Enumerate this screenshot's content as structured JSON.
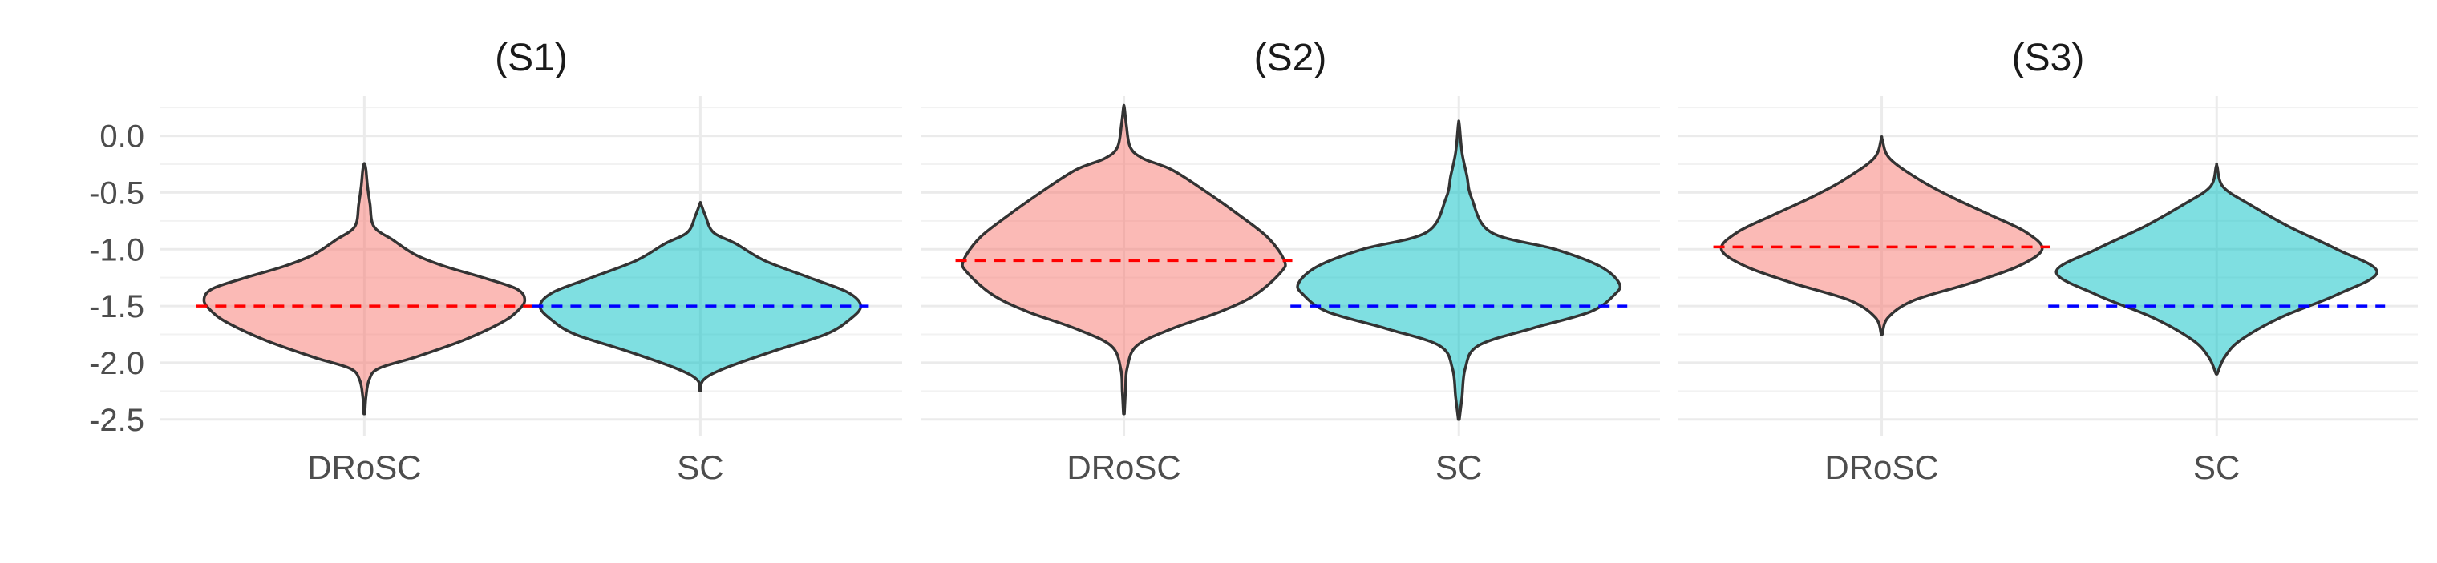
{
  "chart_data": {
    "type": "violin",
    "y_ticks": [
      "0.0",
      "-0.5",
      "-1.0",
      "-1.5",
      "-2.0",
      "-2.5"
    ],
    "y_tick_values": [
      0.0,
      -0.5,
      -1.0,
      -1.5,
      -2.0,
      -2.5
    ],
    "ylim": [
      -2.65,
      0.35
    ],
    "grid": true,
    "categories": [
      "DRoSC",
      "SC"
    ],
    "colors": {
      "DRoSC": "#F8766D",
      "SC": "#00BFC4",
      "DRoSC_line": "#FF0000",
      "SC_line": "#0000FF"
    },
    "panels": [
      {
        "title": "(S1)",
        "violins": [
          {
            "category": "DRoSC",
            "min": -2.45,
            "max": -0.25,
            "density": [
              [
                -2.45,
                0.003
              ],
              [
                -2.3,
                0.01
              ],
              [
                -2.15,
                0.03
              ],
              [
                -2.05,
                0.09
              ],
              [
                -1.95,
                0.32
              ],
              [
                -1.8,
                0.62
              ],
              [
                -1.65,
                0.85
              ],
              [
                -1.55,
                0.95
              ],
              [
                -1.45,
                1.0
              ],
              [
                -1.35,
                0.95
              ],
              [
                -1.25,
                0.74
              ],
              [
                -1.15,
                0.5
              ],
              [
                -1.05,
                0.32
              ],
              [
                -0.92,
                0.18
              ],
              [
                -0.8,
                0.06
              ],
              [
                -0.6,
                0.035
              ],
              [
                -0.45,
                0.02
              ],
              [
                -0.3,
                0.01
              ],
              [
                -0.25,
                0.003
              ]
            ],
            "reference": -1.5
          },
          {
            "category": "SC",
            "min": -2.25,
            "max": -0.6,
            "density": [
              [
                -2.25,
                0.003
              ],
              [
                -2.15,
                0.02
              ],
              [
                -2.05,
                0.15
              ],
              [
                -1.9,
                0.45
              ],
              [
                -1.75,
                0.78
              ],
              [
                -1.62,
                0.93
              ],
              [
                -1.5,
                1.0
              ],
              [
                -1.38,
                0.92
              ],
              [
                -1.25,
                0.68
              ],
              [
                -1.1,
                0.4
              ],
              [
                -0.95,
                0.22
              ],
              [
                -0.85,
                0.08
              ],
              [
                -0.7,
                0.03
              ],
              [
                -0.6,
                0.003
              ]
            ],
            "reference": -1.5
          }
        ]
      },
      {
        "title": "(S2)",
        "violins": [
          {
            "category": "DRoSC",
            "min": -2.45,
            "max": 0.25,
            "density": [
              [
                -2.45,
                0.003
              ],
              [
                -2.25,
                0.01
              ],
              [
                -2.05,
                0.02
              ],
              [
                -1.85,
                0.08
              ],
              [
                -1.7,
                0.3
              ],
              [
                -1.55,
                0.6
              ],
              [
                -1.4,
                0.82
              ],
              [
                -1.2,
                0.98
              ],
              [
                -1.1,
                1.0
              ],
              [
                -0.9,
                0.9
              ],
              [
                -0.7,
                0.72
              ],
              [
                -0.5,
                0.52
              ],
              [
                -0.3,
                0.3
              ],
              [
                -0.2,
                0.12
              ],
              [
                -0.1,
                0.04
              ],
              [
                0.1,
                0.015
              ],
              [
                0.25,
                0.003
              ]
            ],
            "reference": -1.1
          },
          {
            "category": "SC",
            "min": -2.5,
            "max": 0.1,
            "density": [
              [
                -2.5,
                0.003
              ],
              [
                -2.3,
                0.02
              ],
              [
                -2.05,
                0.04
              ],
              [
                -1.85,
                0.12
              ],
              [
                -1.7,
                0.45
              ],
              [
                -1.55,
                0.82
              ],
              [
                -1.4,
                0.97
              ],
              [
                -1.3,
                1.0
              ],
              [
                -1.15,
                0.88
              ],
              [
                -1.0,
                0.6
              ],
              [
                -0.85,
                0.2
              ],
              [
                -0.55,
                0.08
              ],
              [
                -0.35,
                0.05
              ],
              [
                -0.15,
                0.02
              ],
              [
                0.1,
                0.003
              ]
            ],
            "reference": -1.5
          }
        ]
      },
      {
        "title": "(S3)",
        "violins": [
          {
            "category": "DRoSC",
            "min": -1.75,
            "max": -0.03,
            "density": [
              [
                -1.75,
                0.003
              ],
              [
                -1.6,
                0.04
              ],
              [
                -1.45,
                0.2
              ],
              [
                -1.3,
                0.55
              ],
              [
                -1.15,
                0.85
              ],
              [
                -1.0,
                1.0
              ],
              [
                -0.85,
                0.9
              ],
              [
                -0.7,
                0.68
              ],
              [
                -0.55,
                0.45
              ],
              [
                -0.4,
                0.25
              ],
              [
                -0.2,
                0.05
              ],
              [
                -0.03,
                0.003
              ]
            ],
            "reference": -0.98
          },
          {
            "category": "SC",
            "min": -2.1,
            "max": -0.27,
            "density": [
              [
                -2.1,
                0.003
              ],
              [
                -1.95,
                0.05
              ],
              [
                -1.8,
                0.15
              ],
              [
                -1.6,
                0.4
              ],
              [
                -1.4,
                0.75
              ],
              [
                -1.2,
                1.0
              ],
              [
                -1.0,
                0.75
              ],
              [
                -0.8,
                0.45
              ],
              [
                -0.6,
                0.2
              ],
              [
                -0.45,
                0.04
              ],
              [
                -0.27,
                0.003
              ]
            ],
            "reference": -1.5
          }
        ]
      }
    ]
  }
}
